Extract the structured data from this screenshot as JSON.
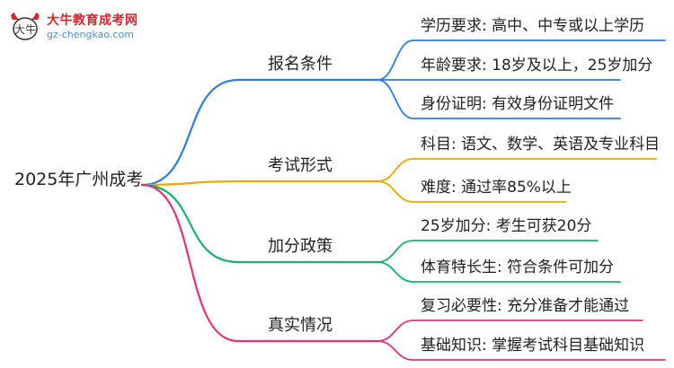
{
  "logo": {
    "title": "大牛教育成考网",
    "url": "gz-chengkao.com",
    "mark_text": "大牛",
    "color_title": "#d8262c",
    "color_url": "#4b8fd0"
  },
  "root": {
    "label": "2025年广州成考"
  },
  "branches": [
    {
      "label": "报名条件",
      "color": "#2a7de1",
      "leaves": [
        "学历要求: 高中、中专或以上学历",
        "年龄要求: 18岁及以上，25岁加分",
        "身份证明: 有效身份证明文件"
      ]
    },
    {
      "label": "考试形式",
      "color": "#f0a500",
      "leaves": [
        "科目: 语文、数学、英语及专业科目",
        "难度: 通过率85%以上"
      ]
    },
    {
      "label": "加分政策",
      "color": "#1ab26b",
      "leaves": [
        "25岁加分: 考生可获20分",
        "体育特长生: 符合条件可加分"
      ]
    },
    {
      "label": "真实情况",
      "color": "#e2317a",
      "leaves": [
        "复习必要性: 充分准备才能通过",
        "基础知识: 掌握考试科目基础知识"
      ]
    }
  ]
}
